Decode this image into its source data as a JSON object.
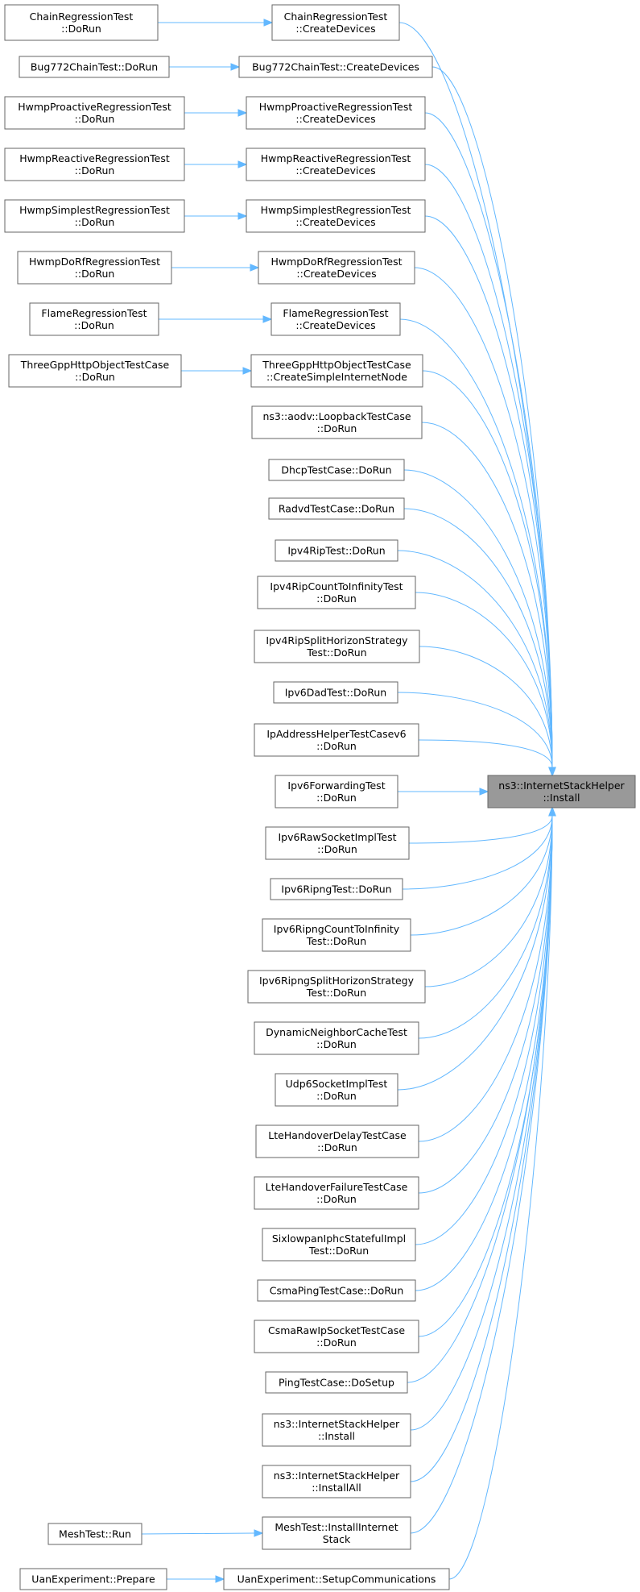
{
  "edge_color": "#63b8ff",
  "target_fill": "#999999",
  "target": {
    "id": "install_main",
    "lines": [
      "ns3::InternetStackHelper",
      "::Install"
    ]
  },
  "nodes": [
    {
      "id": "chain_run",
      "lines": [
        "ChainRegressionTest",
        "::DoRun"
      ]
    },
    {
      "id": "chain_cd",
      "lines": [
        "ChainRegressionTest",
        "::CreateDevices"
      ]
    },
    {
      "id": "bug_run",
      "lines": [
        "Bug772ChainTest::DoRun"
      ]
    },
    {
      "id": "bug_cd",
      "lines": [
        "Bug772ChainTest::CreateDevices"
      ]
    },
    {
      "id": "hpro_run",
      "lines": [
        "HwmpProactiveRegressionTest",
        "::DoRun"
      ]
    },
    {
      "id": "hpro_cd",
      "lines": [
        "HwmpProactiveRegressionTest",
        "::CreateDevices"
      ]
    },
    {
      "id": "hrea_run",
      "lines": [
        "HwmpReactiveRegressionTest",
        "::DoRun"
      ]
    },
    {
      "id": "hrea_cd",
      "lines": [
        "HwmpReactiveRegressionTest",
        "::CreateDevices"
      ]
    },
    {
      "id": "hsim_run",
      "lines": [
        "HwmpSimplestRegressionTest",
        "::DoRun"
      ]
    },
    {
      "id": "hsim_cd",
      "lines": [
        "HwmpSimplestRegressionTest",
        "::CreateDevices"
      ]
    },
    {
      "id": "hrf_run",
      "lines": [
        "HwmpDoRfRegressionTest",
        "::DoRun"
      ]
    },
    {
      "id": "hrf_cd",
      "lines": [
        "HwmpDoRfRegressionTest",
        "::CreateDevices"
      ]
    },
    {
      "id": "flame_run",
      "lines": [
        "FlameRegressionTest",
        "::DoRun"
      ]
    },
    {
      "id": "flame_cd",
      "lines": [
        "FlameRegressionTest",
        "::CreateDevices"
      ]
    },
    {
      "id": "http_run",
      "lines": [
        "ThreeGppHttpObjectTestCase",
        "::DoRun"
      ]
    },
    {
      "id": "http_cd",
      "lines": [
        "ThreeGppHttpObjectTestCase",
        "::CreateSimpleInternetNode"
      ]
    },
    {
      "id": "aodv",
      "lines": [
        "ns3::aodv::LoopbackTestCase",
        "::DoRun"
      ]
    },
    {
      "id": "dhcp",
      "lines": [
        "DhcpTestCase::DoRun"
      ]
    },
    {
      "id": "radvd",
      "lines": [
        "RadvdTestCase::DoRun"
      ]
    },
    {
      "id": "ipv4rip",
      "lines": [
        "Ipv4RipTest::DoRun"
      ]
    },
    {
      "id": "ipv4rip_inf",
      "lines": [
        "Ipv4RipCountToInfinityTest",
        "::DoRun"
      ]
    },
    {
      "id": "ipv4rip_split",
      "lines": [
        "Ipv4RipSplitHorizonStrategy",
        "Test::DoRun"
      ]
    },
    {
      "id": "ipv6dad",
      "lines": [
        "Ipv6DadTest::DoRun"
      ]
    },
    {
      "id": "ipaddr",
      "lines": [
        "IpAddressHelperTestCasev6",
        "::DoRun"
      ]
    },
    {
      "id": "ipv6fwd",
      "lines": [
        "Ipv6ForwardingTest",
        "::DoRun"
      ]
    },
    {
      "id": "ipv6raw",
      "lines": [
        "Ipv6RawSocketImplTest",
        "::DoRun"
      ]
    },
    {
      "id": "ipv6ripng",
      "lines": [
        "Ipv6RipngTest::DoRun"
      ]
    },
    {
      "id": "ipv6ripng_inf",
      "lines": [
        "Ipv6RipngCountToInfinity",
        "Test::DoRun"
      ]
    },
    {
      "id": "ipv6ripng_split",
      "lines": [
        "Ipv6RipngSplitHorizonStrategy",
        "Test::DoRun"
      ]
    },
    {
      "id": "dyn",
      "lines": [
        "DynamicNeighborCacheTest",
        "::DoRun"
      ]
    },
    {
      "id": "udp6",
      "lines": [
        "Udp6SocketImplTest",
        "::DoRun"
      ]
    },
    {
      "id": "lte_delay",
      "lines": [
        "LteHandoverDelayTestCase",
        "::DoRun"
      ]
    },
    {
      "id": "lte_fail",
      "lines": [
        "LteHandoverFailureTestCase",
        "::DoRun"
      ]
    },
    {
      "id": "sixlow",
      "lines": [
        "SixlowpanIphcStatefulImpl",
        "Test::DoRun"
      ]
    },
    {
      "id": "csma_ping",
      "lines": [
        "CsmaPingTestCase::DoRun"
      ]
    },
    {
      "id": "csma_raw",
      "lines": [
        "CsmaRawIpSocketTestCase",
        "::DoRun"
      ]
    },
    {
      "id": "ping",
      "lines": [
        "PingTestCase::DoSetup"
      ]
    },
    {
      "id": "ish_install",
      "lines": [
        "ns3::InternetStackHelper",
        "::Install"
      ]
    },
    {
      "id": "ish_all",
      "lines": [
        "ns3::InternetStackHelper",
        "::InstallAll"
      ]
    },
    {
      "id": "mesh_run",
      "lines": [
        "MeshTest::Run"
      ]
    },
    {
      "id": "mesh_inst",
      "lines": [
        "MeshTest::InstallInternet",
        "Stack"
      ]
    },
    {
      "id": "uan_prep",
      "lines": [
        "UanExperiment::Prepare"
      ]
    },
    {
      "id": "uan_setup",
      "lines": [
        "UanExperiment::SetupCommunications"
      ]
    }
  ],
  "edges": [
    [
      "chain_run",
      "chain_cd"
    ],
    [
      "bug_run",
      "bug_cd"
    ],
    [
      "hpro_run",
      "hpro_cd"
    ],
    [
      "hrea_run",
      "hrea_cd"
    ],
    [
      "hsim_run",
      "hsim_cd"
    ],
    [
      "hrf_run",
      "hrf_cd"
    ],
    [
      "flame_run",
      "flame_cd"
    ],
    [
      "http_run",
      "http_cd"
    ],
    [
      "mesh_run",
      "mesh_inst"
    ],
    [
      "uan_prep",
      "uan_setup"
    ],
    [
      "chain_cd",
      "install_main"
    ],
    [
      "bug_cd",
      "install_main"
    ],
    [
      "hpro_cd",
      "install_main"
    ],
    [
      "hrea_cd",
      "install_main"
    ],
    [
      "hsim_cd",
      "install_main"
    ],
    [
      "hrf_cd",
      "install_main"
    ],
    [
      "flame_cd",
      "install_main"
    ],
    [
      "http_cd",
      "install_main"
    ],
    [
      "aodv",
      "install_main"
    ],
    [
      "dhcp",
      "install_main"
    ],
    [
      "radvd",
      "install_main"
    ],
    [
      "ipv4rip",
      "install_main"
    ],
    [
      "ipv4rip_inf",
      "install_main"
    ],
    [
      "ipv4rip_split",
      "install_main"
    ],
    [
      "ipv6dad",
      "install_main"
    ],
    [
      "ipaddr",
      "install_main"
    ],
    [
      "ipv6fwd",
      "install_main"
    ],
    [
      "ipv6raw",
      "install_main"
    ],
    [
      "ipv6ripng",
      "install_main"
    ],
    [
      "ipv6ripng_inf",
      "install_main"
    ],
    [
      "ipv6ripng_split",
      "install_main"
    ],
    [
      "dyn",
      "install_main"
    ],
    [
      "udp6",
      "install_main"
    ],
    [
      "lte_delay",
      "install_main"
    ],
    [
      "lte_fail",
      "install_main"
    ],
    [
      "sixlow",
      "install_main"
    ],
    [
      "csma_ping",
      "install_main"
    ],
    [
      "csma_raw",
      "install_main"
    ],
    [
      "ping",
      "install_main"
    ],
    [
      "ish_install",
      "install_main"
    ],
    [
      "ish_all",
      "install_main"
    ],
    [
      "mesh_inst",
      "install_main"
    ],
    [
      "uan_setup",
      "install_main"
    ]
  ]
}
